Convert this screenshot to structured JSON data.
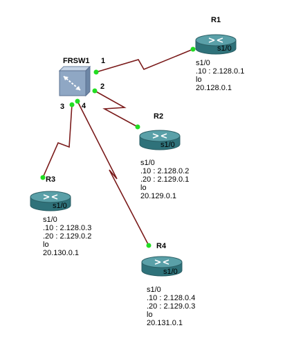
{
  "switch": {
    "name": "FRSW1",
    "ports": [
      "1",
      "2",
      "3",
      "4"
    ]
  },
  "routers": [
    {
      "name": "R1",
      "iface": "s1/0",
      "config": [
        "s1/0",
        ".10 : 2.128.0.1",
        "lo",
        "20.128.0.1"
      ]
    },
    {
      "name": "R2",
      "iface": "s1/0",
      "config": [
        "s1/0",
        ".10 : 2.128.0.2",
        ".20 : 2.129.0.1",
        "lo",
        "20.129.0.1"
      ]
    },
    {
      "name": "R3",
      "iface": "s1/0",
      "config": [
        "s1/0",
        ".10 : 2.128.0.3",
        ".20 : 2.129.0.2",
        "lo",
        "20.130.0.1"
      ]
    },
    {
      "name": "R4",
      "iface": "s1/0",
      "config": [
        "s1/0",
        ".10 : 2.128.0.4",
        ".20 : 2.129.0.3",
        "lo",
        "20.131.0.1"
      ]
    }
  ],
  "colors": {
    "link": "#7a1a1a",
    "dot": "#22dd22",
    "router": "#3f8c94",
    "switch": "#8fa7c4"
  }
}
